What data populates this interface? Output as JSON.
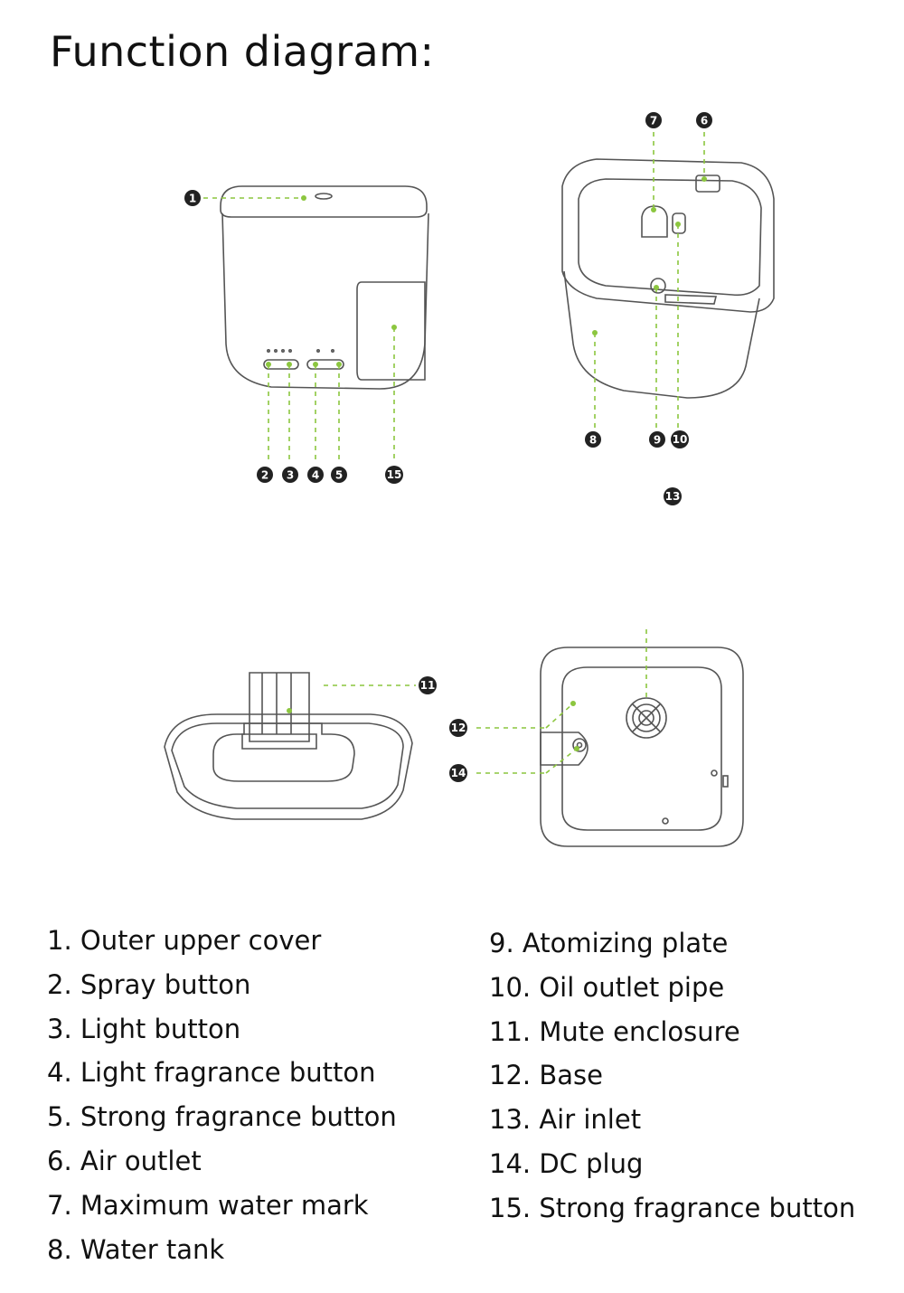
{
  "title": "Function diagram:",
  "accent_color": "#8cc63f",
  "callouts": [
    "1",
    "2",
    "3",
    "4",
    "5",
    "6",
    "7",
    "8",
    "9",
    "10",
    "11",
    "12",
    "13",
    "14",
    "15"
  ],
  "legend_left": [
    "1. Outer upper cover",
    "2. Spray button",
    "3. Light button",
    "4. Light fragrance button",
    "5. Strong fragrance button",
    "6. Air outlet",
    "7. Maximum water mark",
    "8. Water tank"
  ],
  "legend_right": [
    "9. Atomizing plate",
    "10. Oil outlet pipe",
    "11. Mute enclosure",
    "12. Base",
    "13. Air inlet",
    "14. DC plug",
    "15. Strong fragrance button"
  ]
}
